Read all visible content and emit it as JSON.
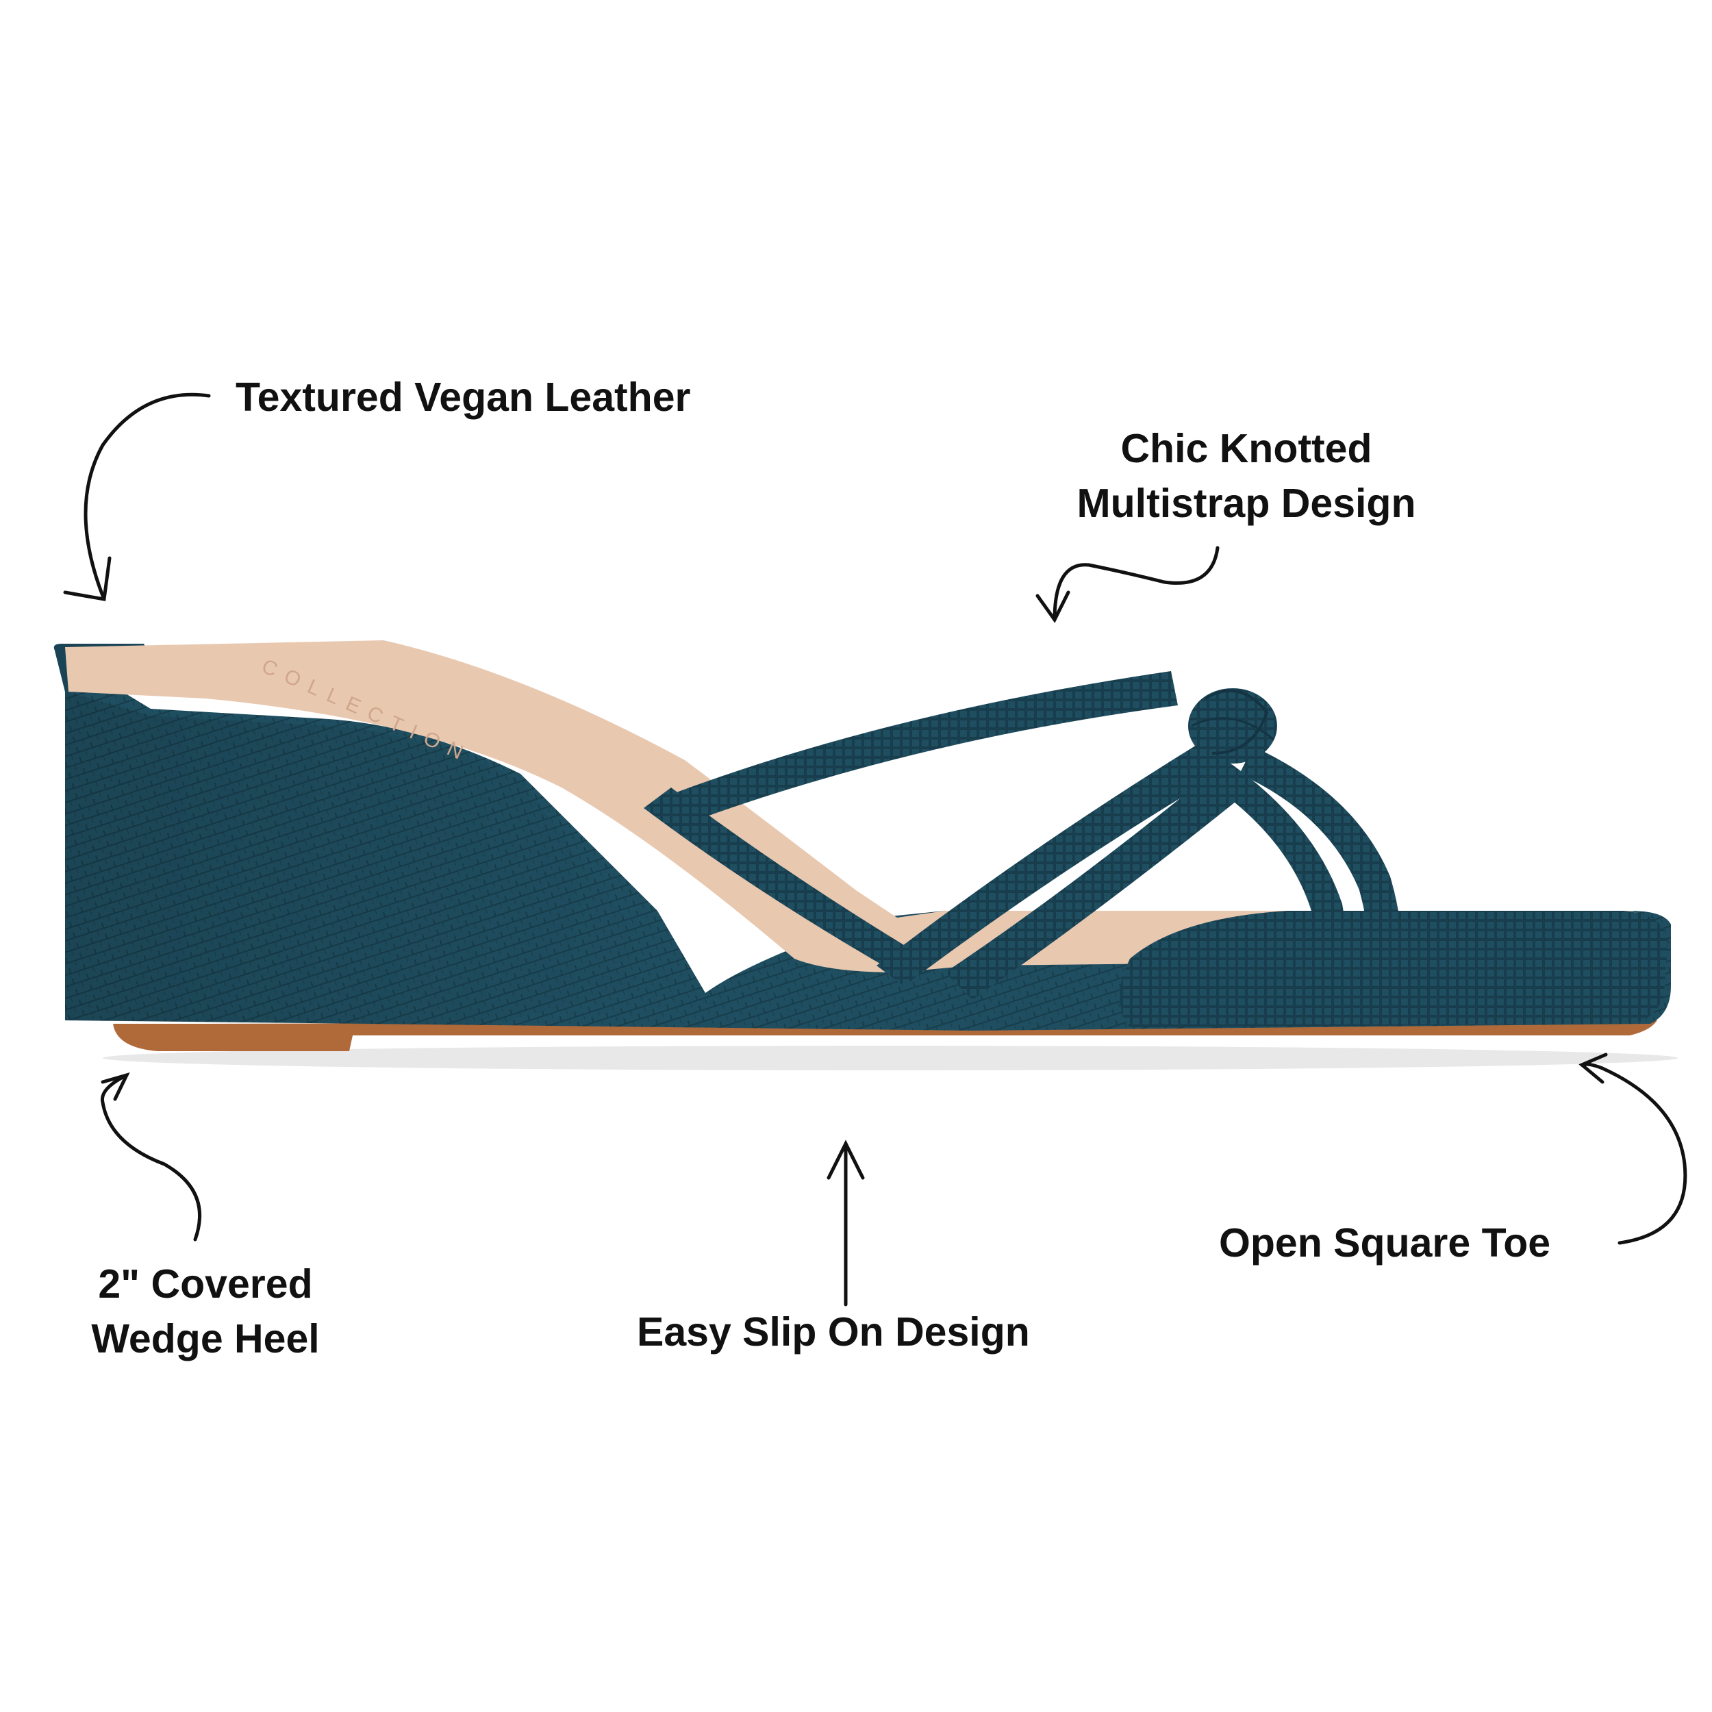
{
  "image": {
    "subject": "sandal",
    "colors": {
      "upper": "#1f4e60",
      "upper_dark": "#173d4b",
      "insole": "#e9c8b0",
      "sole": "#b06a3a",
      "text": "#111111",
      "background": "#ffffff"
    },
    "insole_brand": "COLLECTION"
  },
  "labels": {
    "textured": "Textured Vegan Leather",
    "knotted_line1": "Chic Knotted",
    "knotted_line2": "Multistrap Design",
    "wedge_line1": "2\" Covered",
    "wedge_line2": "Wedge Heel",
    "slip_on": "Easy Slip On Design",
    "toe": "Open Square Toe"
  }
}
